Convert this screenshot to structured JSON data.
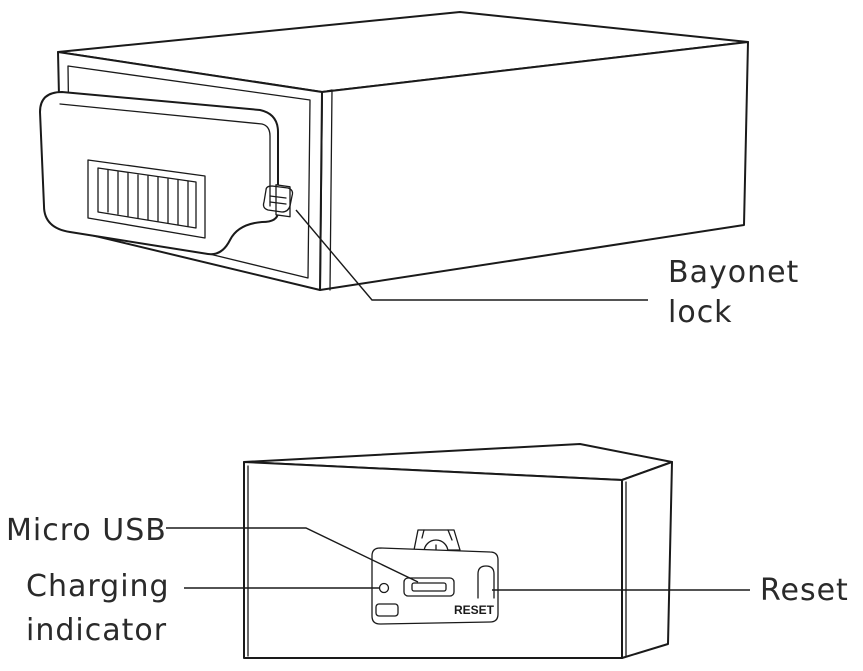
{
  "labels": {
    "bayonet_line1": "Bayonet",
    "bayonet_line2": "lock",
    "micro_usb": "Micro USB",
    "charging_line1": "Charging",
    "charging_line2": "indicator",
    "reset": "Reset",
    "reset_marking": "RESET"
  },
  "style": {
    "line_color": "#1a1a1a",
    "text_color": "#2a2a2a",
    "background": "#ffffff"
  }
}
